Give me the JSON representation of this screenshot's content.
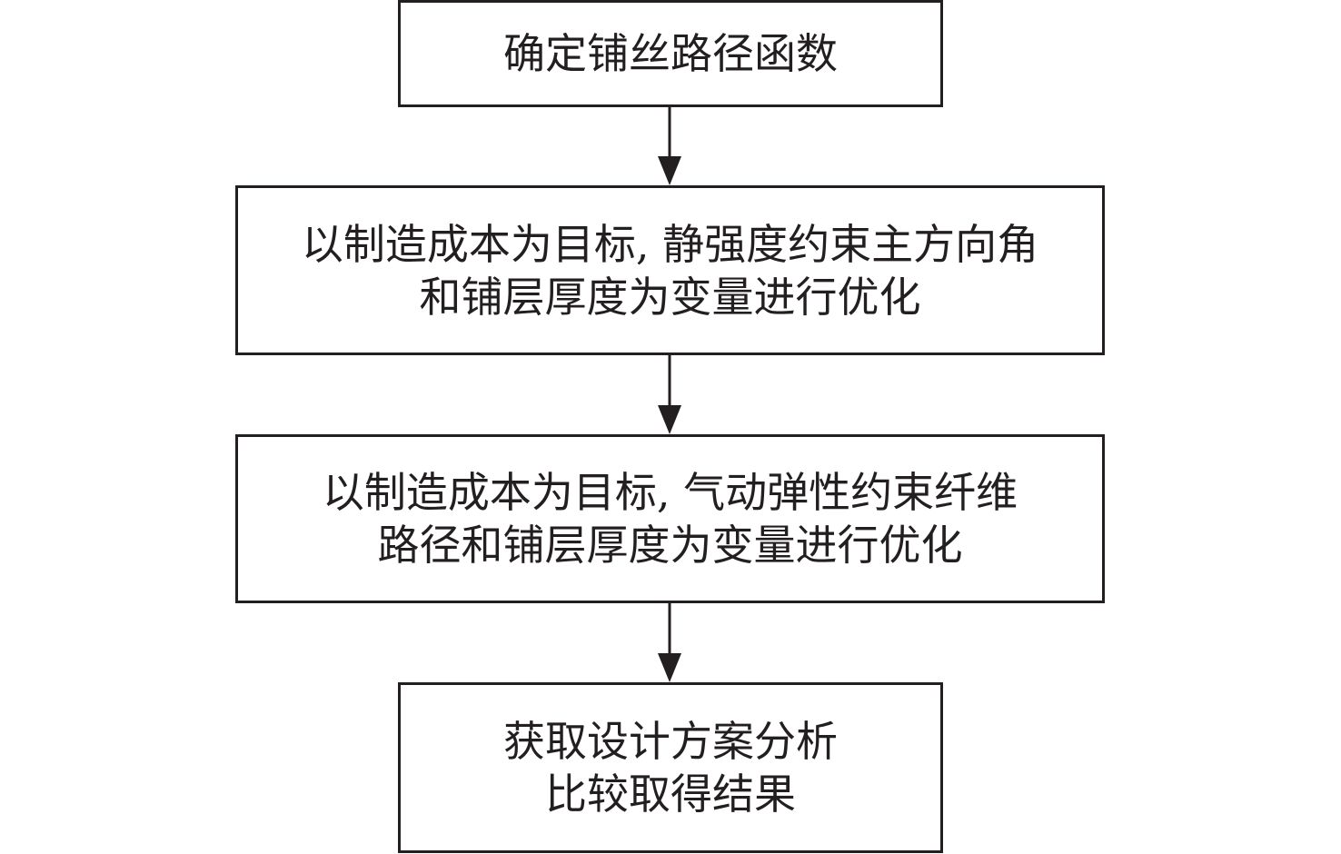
{
  "steps": [
    {
      "lines": [
        "确定铺丝路径函数"
      ]
    },
    {
      "lines": [
        "以制造成本为目标, 静强度约束主方向角",
        "和铺层厚度为变量进行优化"
      ]
    },
    {
      "lines": [
        "以制造成本为目标, 气动弹性约束纤维",
        "路径和铺层厚度为变量进行优化"
      ]
    },
    {
      "lines": [
        "获取设计方案分析",
        "比较取得结果"
      ]
    }
  ],
  "colors": {
    "stroke": "#231f20",
    "background": "#ffffff"
  }
}
